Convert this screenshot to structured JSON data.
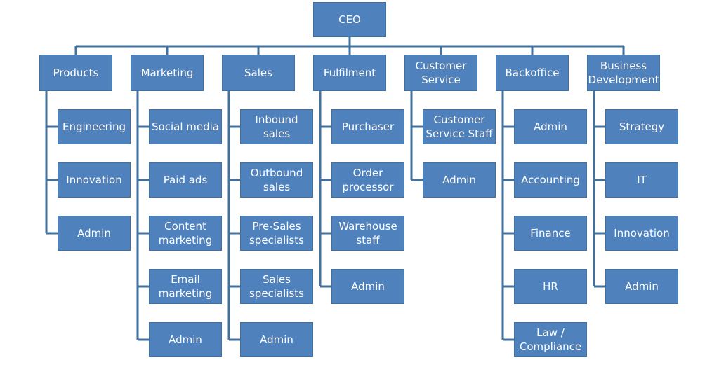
{
  "ceo": {
    "label": "CEO"
  },
  "departments": [
    {
      "label": "Products",
      "children": [
        "Engineering",
        "Innovation",
        "Admin"
      ]
    },
    {
      "label": "Marketing",
      "children": [
        "Social media",
        "Paid ads",
        "Content\nmarketing",
        "Email\nmarketing",
        "Admin"
      ]
    },
    {
      "label": "Sales",
      "children": [
        "Inbound sales",
        "Outbound\nsales",
        "Pre-Sales\nspecialists",
        "Sales\nspecialists",
        "Admin"
      ]
    },
    {
      "label": "Fulfilment",
      "children": [
        "Purchaser",
        "Order\nprocessor",
        "Warehouse\nstaff",
        "Admin"
      ]
    },
    {
      "label": "Customer\nService",
      "children": [
        "Customer\nService Staff",
        "Admin"
      ]
    },
    {
      "label": "Backoffice",
      "children": [
        "Admin",
        "Accounting",
        "Finance",
        "HR",
        "Law /\nCompliance"
      ]
    },
    {
      "label": "Business\nDevelopment",
      "children": [
        "Strategy",
        "IT",
        "Innovation",
        "Admin"
      ]
    }
  ],
  "colors": {
    "box_fill": "#4f81bd",
    "box_border": "#41719c",
    "connector": "#41719c",
    "text": "#ffffff"
  }
}
